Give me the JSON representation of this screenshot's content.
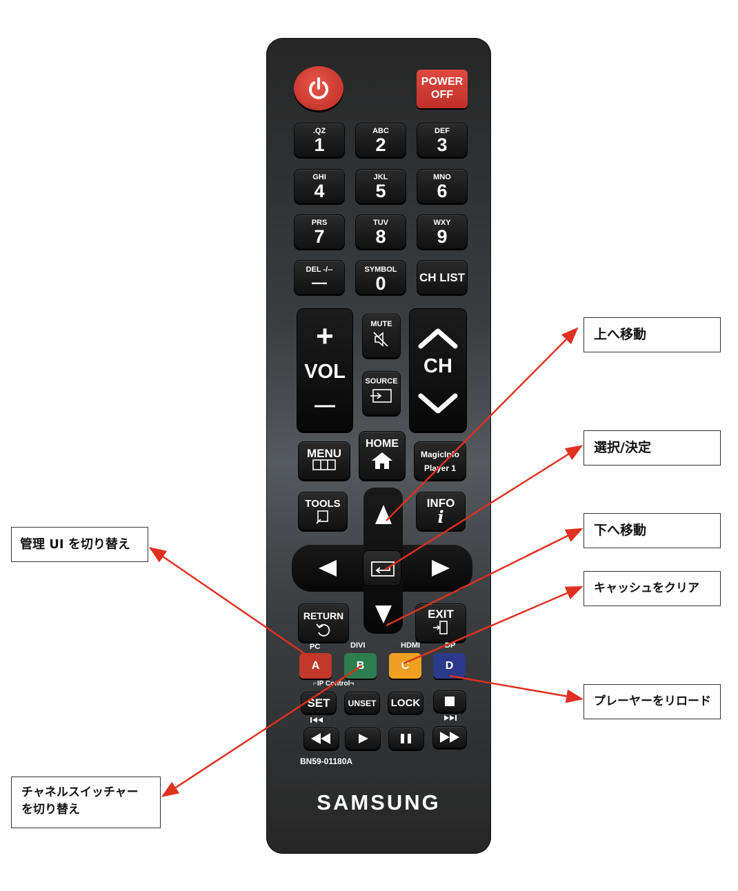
{
  "remote": {
    "power_icon": "power-icon",
    "power_off": [
      "POWER",
      "OFF"
    ],
    "number_keys": [
      {
        "letters": ".QZ",
        "digit": "1"
      },
      {
        "letters": "ABC",
        "digit": "2"
      },
      {
        "letters": "DEF",
        "digit": "3"
      },
      {
        "letters": "GHI",
        "digit": "4"
      },
      {
        "letters": "JKL",
        "digit": "5"
      },
      {
        "letters": "MNO",
        "digit": "6"
      },
      {
        "letters": "PRS",
        "digit": "7"
      },
      {
        "letters": "TUV",
        "digit": "8"
      },
      {
        "letters": "WXY",
        "digit": "9"
      }
    ],
    "del_label": "DEL -/--",
    "del_symbol": "—",
    "symbol_label": "SYMBOL",
    "zero": "0",
    "ch_list": "CH LIST",
    "vol_label": "VOL",
    "plus": "+",
    "minus": "—",
    "mute": "MUTE",
    "source": "SOURCE",
    "ch_label": "CH",
    "menu": "MENU",
    "home": "HOME",
    "magicinfo": [
      "MagicInfo",
      "Player 1"
    ],
    "tools": "TOOLS",
    "info": "INFO",
    "info_i": "i",
    "return": "RETURN",
    "exit": "EXIT",
    "top_labels": [
      "PC",
      "DIVI",
      "HDMI",
      "DP"
    ],
    "colors": [
      {
        "key": "A",
        "color": "#c0392b"
      },
      {
        "key": "B",
        "color": "#2e7d4f"
      },
      {
        "key": "C",
        "color": "#f0a020"
      },
      {
        "key": "D",
        "color": "#2c3a8c"
      }
    ],
    "ip_control": "⌐IP Control¬",
    "set": "SET",
    "unset": "UNSET",
    "lock": "LOCK",
    "model": "BN59-01180A",
    "brand": "SAMSUNG"
  },
  "callouts": {
    "up": "上へ移動",
    "select": "選択/決定",
    "down": "下へ移動",
    "clear_cache": "キャッシュをクリア",
    "reload_player": "プレーヤーをリロード",
    "toggle_admin": "管理 UI を切り替え",
    "toggle_channel_line1": "チャネルスイッチャー",
    "toggle_channel_line2": "を切り替え"
  },
  "colors": {
    "arrow": "#e03020",
    "power": "#d63a2f"
  }
}
